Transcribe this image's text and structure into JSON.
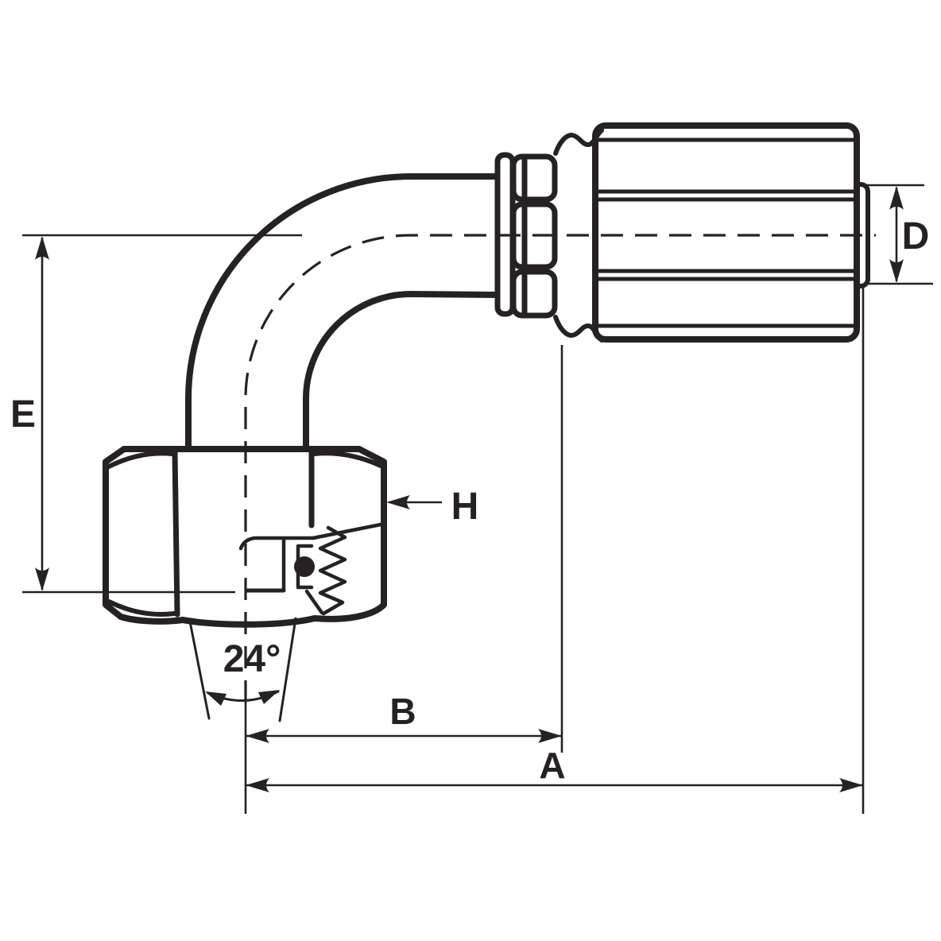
{
  "page": {
    "background": "#ffffff",
    "ink": "#262223"
  },
  "figure": {
    "kind": "technical-line-drawing",
    "subject": "90-degree elbow hose fitting with female swivel nut and crimp ferrule, sectional detail",
    "labels": {
      "A": "A",
      "B": "B",
      "D": "D",
      "E": "E",
      "H": "H",
      "angle": "24°"
    }
  }
}
